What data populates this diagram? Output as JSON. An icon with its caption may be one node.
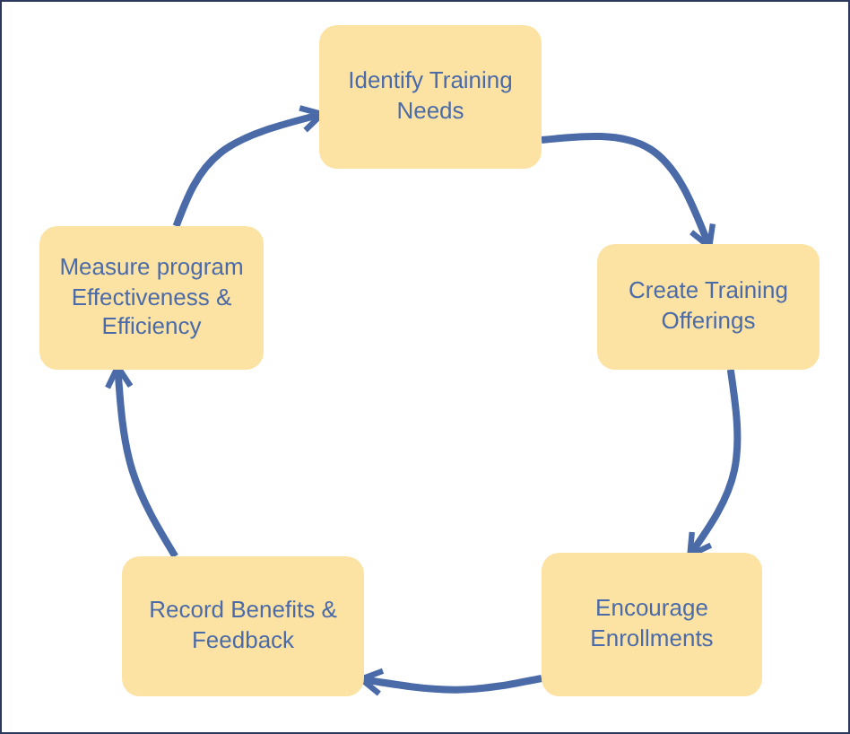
{
  "diagram": {
    "nodes": [
      {
        "text": [
          "Identify Training Needs"
        ]
      },
      {
        "text": [
          "Create Training Offerings"
        ]
      },
      {
        "text": [
          "Encourage Enrollments"
        ]
      },
      {
        "text": [
          "Record Benefits & Feedback"
        ]
      },
      {
        "text": [
          "Measure program Effectiveness & Efficiency"
        ]
      }
    ],
    "edges": [
      {
        "from": 0,
        "to": 1,
        "arrow": "to"
      },
      {
        "from": 1,
        "to": 2,
        "arrow": "to"
      },
      {
        "from": 2,
        "to": 3,
        "arrow": "to"
      },
      {
        "from": 3,
        "to": 4,
        "arrow": "to"
      },
      {
        "from": 4,
        "to": 0,
        "arrow": "to"
      }
    ]
  }
}
